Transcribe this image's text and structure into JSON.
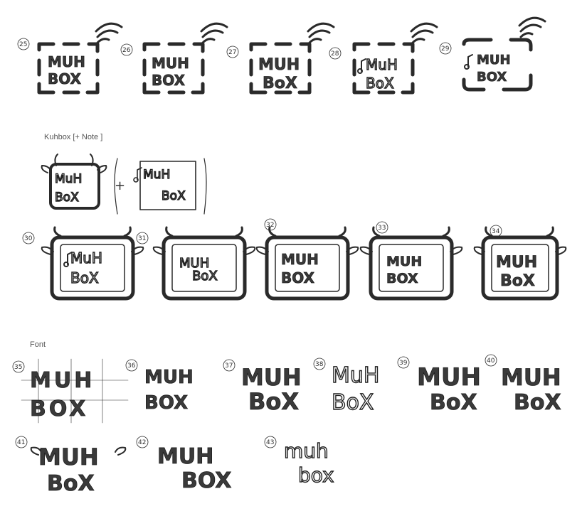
{
  "sections": {
    "kuhbox_label": "Kuhbox [+ Note ]",
    "font_label": "Font"
  },
  "sketch_numbers": [
    "25",
    "26",
    "27",
    "28",
    "29",
    "30",
    "31",
    "32",
    "33",
    "34",
    "35",
    "36",
    "37",
    "38",
    "39",
    "40",
    "41",
    "42",
    "43"
  ],
  "logo_words": {
    "line1_caps": "MUH",
    "line2_caps": "BOX",
    "line1_mixed": "MuH",
    "line2_mixed": "BoX",
    "line1_lower": "muh",
    "line2_lower": "box"
  },
  "colors": {
    "ink": "#2a2a2a",
    "paper": "#ffffff",
    "label": "#555555"
  },
  "icons": [
    "signal-waves-icon",
    "cow-horns-icon",
    "cow-ears-icon",
    "music-note-icon"
  ]
}
